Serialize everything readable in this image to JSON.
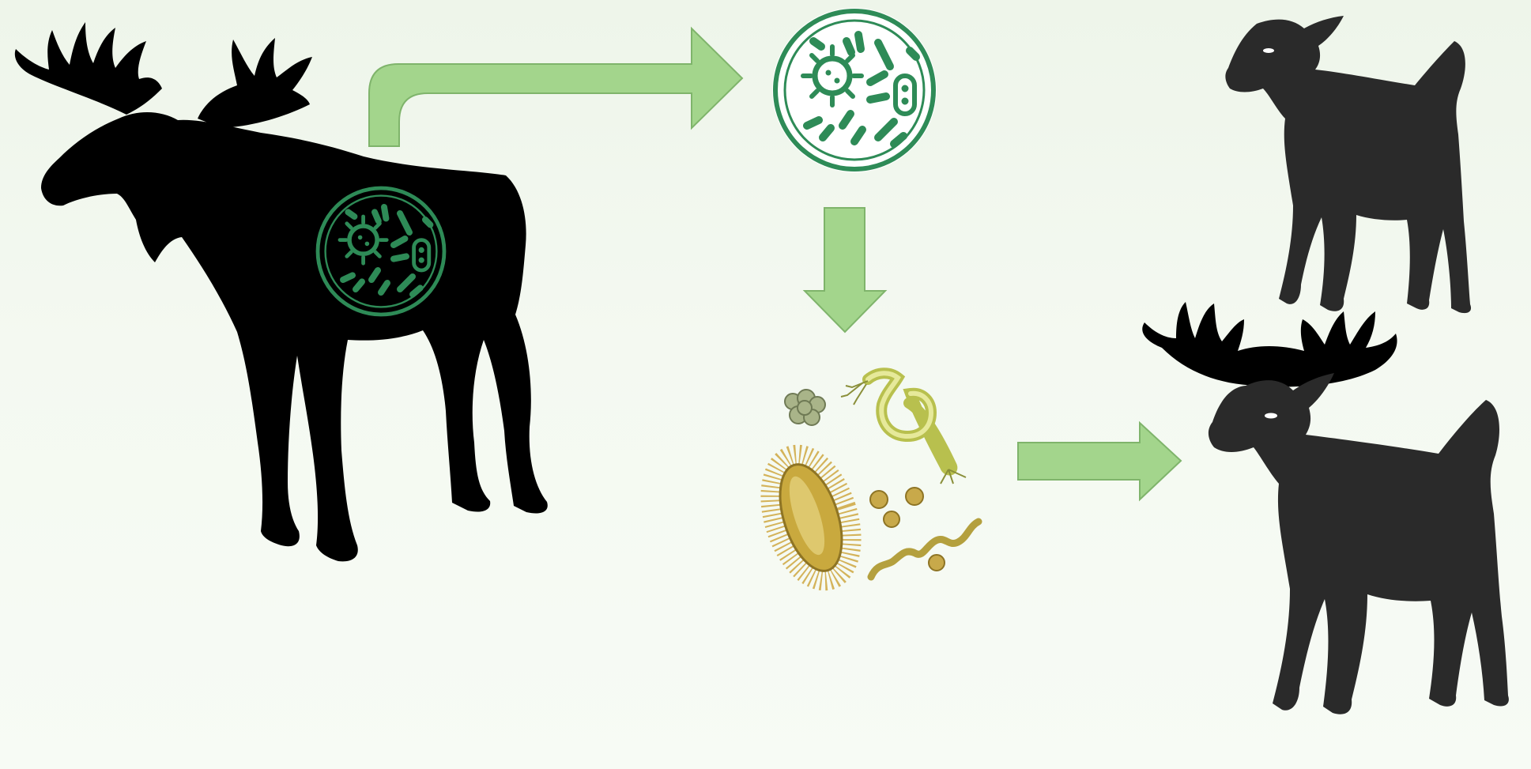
{
  "diagram": {
    "elements": [
      {
        "id": "moose",
        "kind": "silhouette",
        "label": ""
      },
      {
        "id": "microbiome-in-moose",
        "kind": "icon",
        "label": ""
      },
      {
        "id": "microbiome-culture",
        "kind": "icon",
        "label": ""
      },
      {
        "id": "microbe-collection",
        "kind": "illustration",
        "label": ""
      },
      {
        "id": "lamb",
        "kind": "silhouette",
        "label": ""
      },
      {
        "id": "lamb-with-antlers",
        "kind": "silhouette",
        "label": ""
      }
    ],
    "flows": [
      {
        "from": "moose",
        "to": "microbiome-culture"
      },
      {
        "from": "microbiome-culture",
        "to": "microbe-collection"
      },
      {
        "from": "microbe-collection",
        "to": "lamb-with-antlers"
      }
    ]
  },
  "colors": {
    "background": "#f2f8ef",
    "arrow_fill": "#a3d58c",
    "arrow_stroke": "#7fb46b",
    "microbe_green": "#2e8b57",
    "moose": "#000000",
    "lamb": "#2a2a2a",
    "microbe_gold": "#c9b84a"
  }
}
